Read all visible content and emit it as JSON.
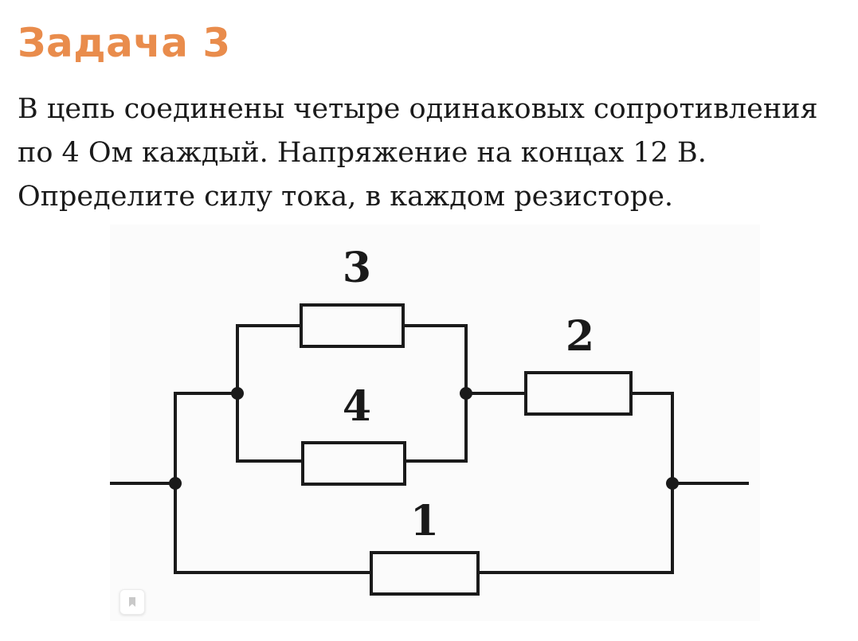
{
  "title": "Задача 3",
  "problem": {
    "lines": [
      "В цепь соединены четыре одинаковых сопротивления",
      "по 4 Ом каждый. Напряжение на концах 12 В.",
      "Определите силу тока, в каждом резисторе."
    ]
  },
  "circuit": {
    "resistors": [
      {
        "label": "3"
      },
      {
        "label": "4"
      },
      {
        "label": "2"
      },
      {
        "label": "1"
      }
    ]
  },
  "colors": {
    "title": "#e98c4c",
    "text": "#1a1a1a",
    "wire": "#1a1a1a"
  },
  "icons": {
    "bookmark": "bookmark-icon"
  }
}
